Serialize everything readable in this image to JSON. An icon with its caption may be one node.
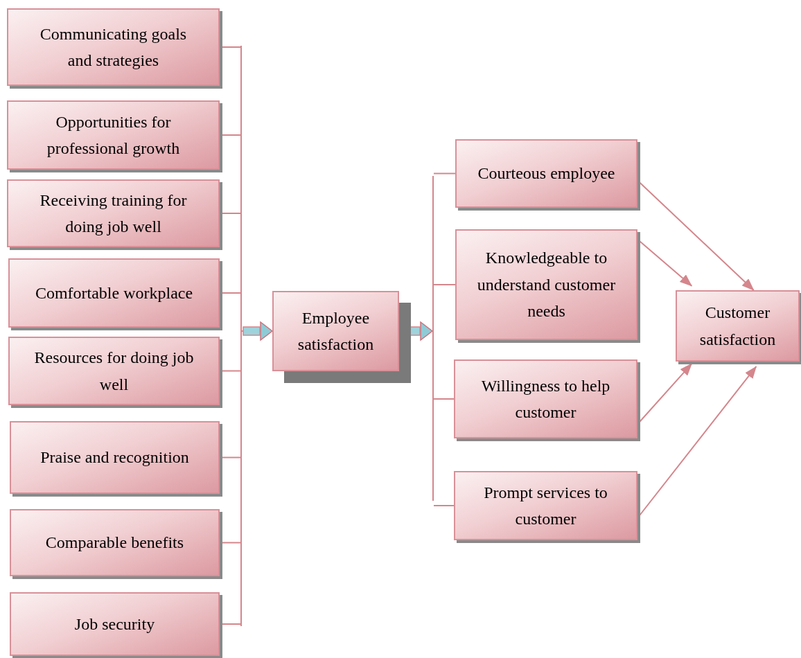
{
  "diagram": {
    "nodes": [
      {
        "text": [
          "Communicating goals and strategies"
        ]
      },
      {
        "text": [
          "Opportunities for professional growth"
        ]
      },
      {
        "text": [
          "Receiving training for doing job well"
        ]
      },
      {
        "text": [
          "Comfortable workplace"
        ]
      },
      {
        "text": [
          "Resources for doing job well"
        ]
      },
      {
        "text": [
          "Praise and recognition"
        ]
      },
      {
        "text": [
          "Comparable benefits"
        ]
      },
      {
        "text": [
          "Job security"
        ]
      },
      {
        "text": [],
        "shape": "bar"
      },
      {
        "text": [
          "Employee satisfaction"
        ]
      },
      {
        "text": [],
        "shape": "bar"
      },
      {
        "text": [
          "Courteous employee"
        ]
      },
      {
        "text": [
          "Knowledgeable to understand customer needs"
        ]
      },
      {
        "text": [
          "Willingness to help customer"
        ]
      },
      {
        "text": [
          "Prompt services to customer"
        ]
      },
      {
        "text": [
          "Customer satisfaction"
        ]
      }
    ],
    "edges": [
      {
        "from": 0,
        "to": 8,
        "arrow": "none"
      },
      {
        "from": 1,
        "to": 8,
        "arrow": "none"
      },
      {
        "from": 2,
        "to": 8,
        "arrow": "none"
      },
      {
        "from": 3,
        "to": 8,
        "arrow": "none"
      },
      {
        "from": 4,
        "to": 8,
        "arrow": "none"
      },
      {
        "from": 5,
        "to": 8,
        "arrow": "none"
      },
      {
        "from": 6,
        "to": 8,
        "arrow": "none"
      },
      {
        "from": 7,
        "to": 8,
        "arrow": "none"
      },
      {
        "from": 8,
        "to": 9,
        "arrow": "to"
      },
      {
        "from": 9,
        "to": 10,
        "arrow": "to"
      },
      {
        "from": 10,
        "to": 11,
        "arrow": "none"
      },
      {
        "from": 10,
        "to": 12,
        "arrow": "none"
      },
      {
        "from": 10,
        "to": 13,
        "arrow": "none"
      },
      {
        "from": 10,
        "to": 14,
        "arrow": "none"
      },
      {
        "from": 11,
        "to": 15,
        "arrow": "to"
      },
      {
        "from": 12,
        "to": 15,
        "arrow": "to"
      },
      {
        "from": 13,
        "to": 15,
        "arrow": "to"
      },
      {
        "from": 14,
        "to": 15,
        "arrow": "to"
      }
    ]
  }
}
